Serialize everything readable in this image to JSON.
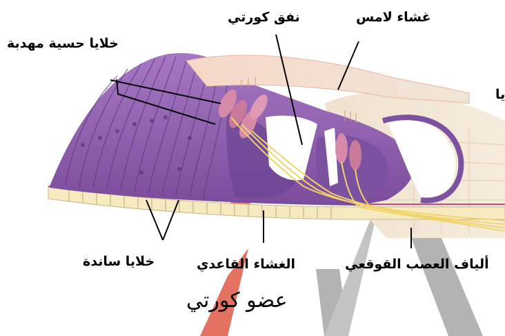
{
  "labels": {
    "tectorial_membrane": "غشاء لامس",
    "tunnel_of_corti": "نفق كورتي",
    "hair_cells": "خلايا حسية مهدبة",
    "supporting_cells": "خلايا ساندة",
    "basilar_membrane": "الغشاء القاعدي",
    "cochlear_nerve_fibers": "ألياف العصب القوقعي",
    "edge_fragment": "يا"
  },
  "caption": "عضو كورتي",
  "colors": {
    "cell_purple": "#8a5aa8",
    "cell_light": "#b98fd0",
    "cell_dark": "#5e3a7e",
    "hair_cell_pink": "#d68aa8",
    "membrane_pink": "#f2c7b5",
    "nerve_yellow": "#f2d36a",
    "basilar_cream": "#f6eac0",
    "watermark_red": "#d9442b",
    "watermark_gray": "#9a9a9a"
  }
}
